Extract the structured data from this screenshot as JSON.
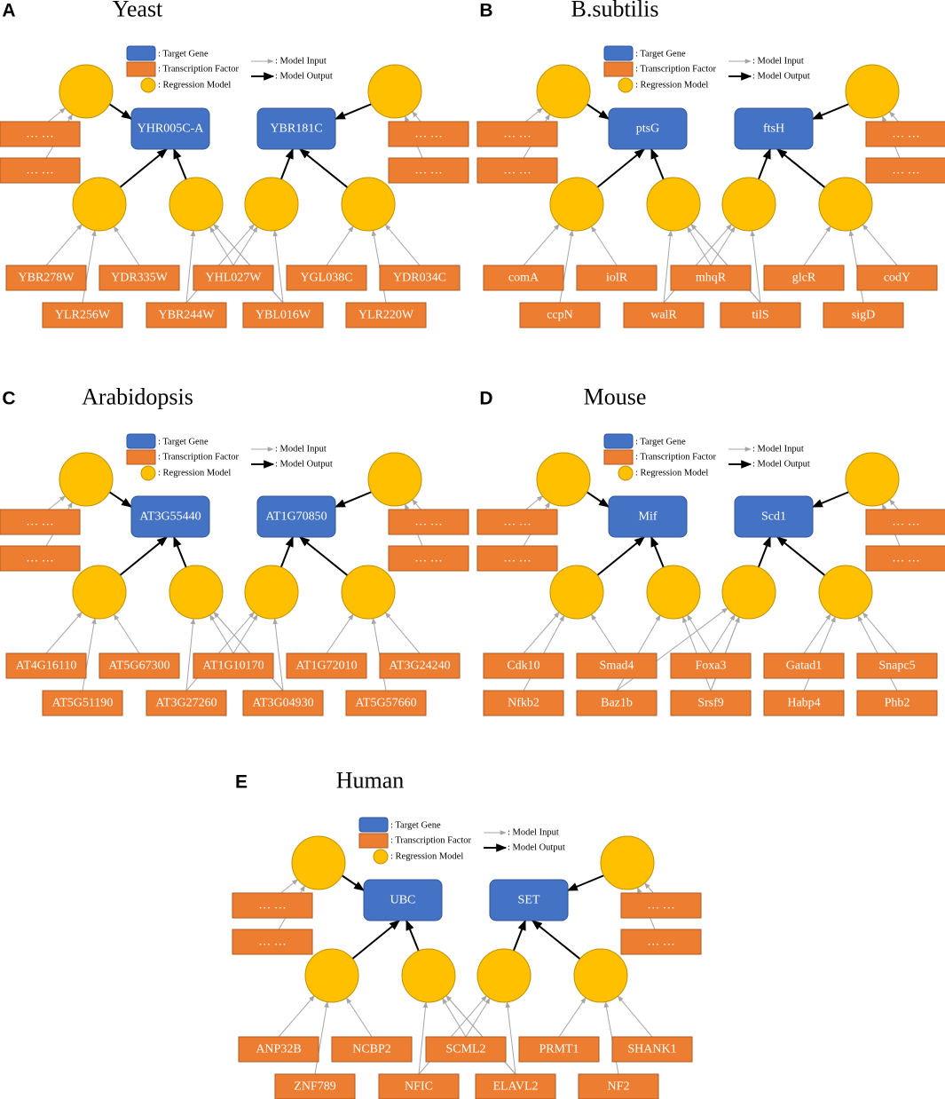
{
  "colors": {
    "target_gene": "#4472C4",
    "target_gene_border": "#2F5597",
    "transcription_factor": "#ED7D31",
    "transcription_factor_border": "#AE5A21",
    "regression_model": "#FFC000",
    "regression_model_border": "#BF9000",
    "input_arrow": "#A6A6A6",
    "output_arrow": "#000000"
  },
  "legend": {
    "target_gene": ": Target Gene",
    "transcription_factor": ": Transcription Factor",
    "regression_model": ": Regression Model",
    "model_input": ": Model Input",
    "model_output": ": Model Output"
  },
  "panels": [
    {
      "letter": "A",
      "title": "Yeast",
      "genes": [
        "YHR005C-A",
        "YBR181C"
      ],
      "ellipsis": [
        "… …",
        "… …",
        "… …",
        "… …"
      ],
      "tfs_top": [
        "YBR278W",
        "YDR335W",
        "YHL027W",
        "YGL038C",
        "YDR034C"
      ],
      "tfs_bottom": [
        "YLR256W",
        "YBR244W",
        "YBL016W",
        "YLR220W"
      ]
    },
    {
      "letter": "B",
      "title": "B.subtilis",
      "genes": [
        "ptsG",
        "ftsH"
      ],
      "ellipsis": [
        "… …",
        "… …",
        "… …",
        "… …"
      ],
      "tfs_top": [
        "comA",
        "iolR",
        "mhqR",
        "glcR",
        "codY"
      ],
      "tfs_bottom": [
        "ccpN",
        "walR",
        "tilS",
        "sigD"
      ]
    },
    {
      "letter": "C",
      "title": "Arabidopsis",
      "genes": [
        "AT3G55440",
        "AT1G70850"
      ],
      "ellipsis": [
        "… …",
        "… …",
        "… …",
        "… …"
      ],
      "tfs_top": [
        "AT4G16110",
        "AT5G67300",
        "AT1G10170",
        "AT1G72010",
        "AT3G24240"
      ],
      "tfs_bottom": [
        "AT5G51190",
        "AT3G27260",
        "AT3G04930",
        "AT5G57660"
      ]
    },
    {
      "letter": "D",
      "title": "Mouse",
      "genes": [
        "Mif",
        "Scd1"
      ],
      "ellipsis": [
        "… …",
        "… …",
        "… …",
        "… …"
      ],
      "tfs_top": [
        "Cdk10",
        "Smad4",
        "Foxa3",
        "Gatad1",
        "Snapc5"
      ],
      "tfs_bottom": [
        "Nfkb2",
        "Baz1b",
        "Srsf9",
        "Habp4",
        "Phb2"
      ]
    },
    {
      "letter": "E",
      "title": "Human",
      "genes": [
        "UBC",
        "SET"
      ],
      "ellipsis": [
        "… …",
        "… …",
        "… …",
        "… …"
      ],
      "tfs_top": [
        "ANP32B",
        "NCBP2",
        "SCML2",
        "PRMT1",
        "SHANK1"
      ],
      "tfs_bottom": [
        "ZNF789",
        "NFIC",
        "ELAVL2",
        "NF2"
      ]
    }
  ]
}
